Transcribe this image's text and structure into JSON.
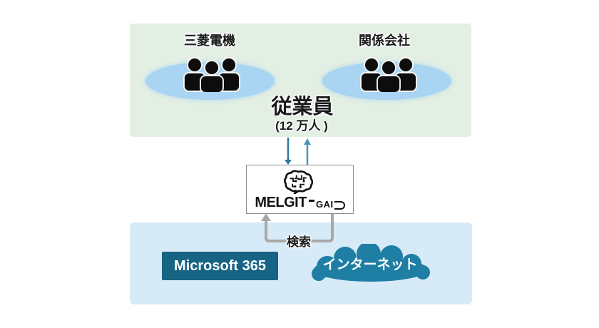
{
  "diagram": {
    "top_panel": {
      "left_group_label": "三菱電機",
      "right_group_label": "関係会社",
      "employees_title": "従業員",
      "employees_count": "(12 万人 )"
    },
    "gateway": {
      "logo_main": "MELGIT",
      "logo_suffix": "GAI",
      "icon": "brain-circuit-icon"
    },
    "flows": {
      "search_label": "検索",
      "user_to_gateway": "down-arrow",
      "gateway_to_user": "up-arrow",
      "gateway_service_loop": "search-loop-connector"
    },
    "bottom_panel": {
      "microsoft_label": "Microsoft 365",
      "internet_label": "インターネット",
      "internet_icon": "cloud-icon"
    },
    "icons": {
      "left_group": "people-group-icon",
      "right_group": "people-group-icon"
    },
    "colors": {
      "top_panel_bg": "#e3efe3",
      "bottom_panel_bg": "#d7eaf8",
      "group_ellipse": "#a9d4f2",
      "microsoft_badge_bg": "#176384",
      "cloud_fill": "#1f7ea3",
      "arrow_down": "#2b7aa0",
      "arrow_up": "#4a94b8",
      "loop_connector": "#a8a8a8",
      "gateway_border": "#8f8f8f",
      "text": "#1a1a1a"
    }
  }
}
